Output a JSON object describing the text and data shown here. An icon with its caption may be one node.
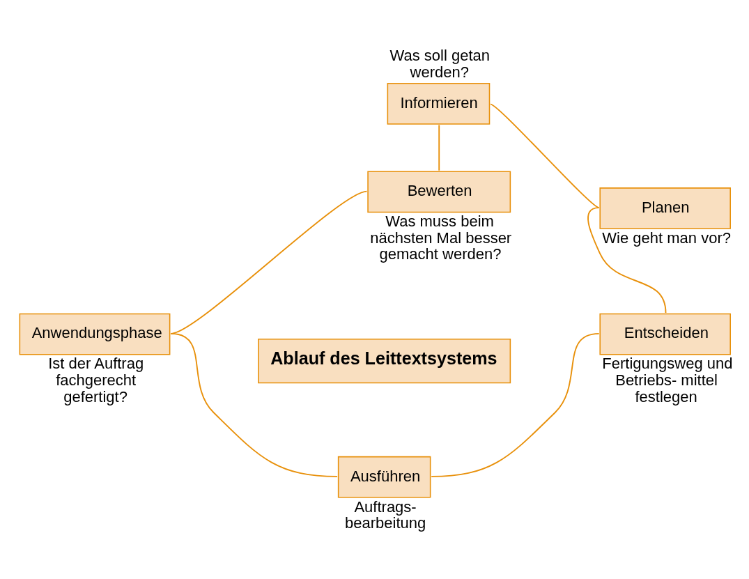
{
  "diagram": {
    "nodes": [
      {
        "text": [
          "Ablauf des Leittextsystems"
        ]
      },
      {
        "text": [
          "Informieren"
        ],
        "beside": [
          "Was soll getan werden?"
        ]
      },
      {
        "text": [
          "Planen"
        ],
        "beside": [
          "Wie geht man vor?"
        ]
      },
      {
        "text": [
          "Entscheiden"
        ],
        "beside": [
          "Fertigungsweg und Betriebs- mittel festlegen"
        ]
      },
      {
        "text": [
          "Ausführen"
        ],
        "beside": [
          "Auftrags- bearbeitung"
        ]
      },
      {
        "text": [
          "Anwendungsphase"
        ],
        "beside": [
          "Ist der Auftrag fachgerecht gefertigt?"
        ]
      },
      {
        "text": [
          "Bewerten"
        ],
        "beside": [
          "Was muss beim nächsten Mal besser gemacht werden?"
        ]
      }
    ],
    "edges": [
      {
        "from": 1,
        "to": 2,
        "arrow": "none"
      },
      {
        "from": 2,
        "to": 3,
        "arrow": "none"
      },
      {
        "from": 3,
        "to": 4,
        "arrow": "none"
      },
      {
        "from": 4,
        "to": 5,
        "arrow": "none"
      },
      {
        "from": 5,
        "to": 6,
        "arrow": "none"
      },
      {
        "from": 6,
        "to": 1,
        "arrow": "none"
      }
    ]
  }
}
